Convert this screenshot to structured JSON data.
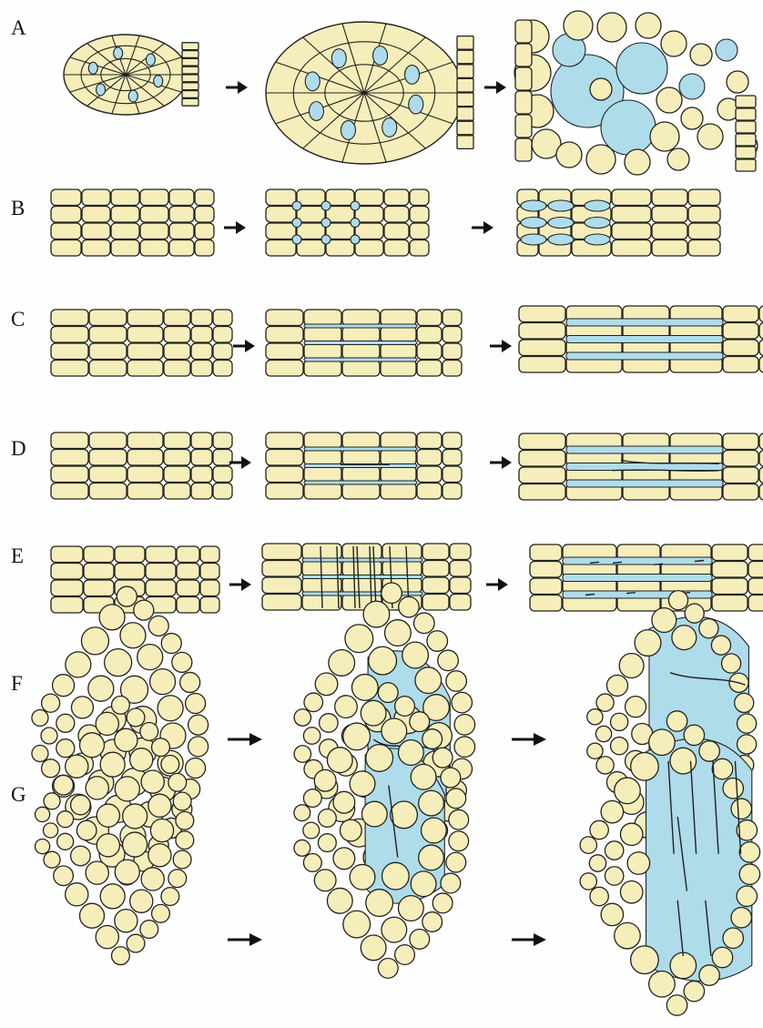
{
  "figure": {
    "rows": [
      {
        "label": "A"
      },
      {
        "label": "B"
      },
      {
        "label": "C"
      },
      {
        "label": "D"
      },
      {
        "label": "E"
      },
      {
        "label": "F"
      },
      {
        "label": "G"
      }
    ]
  },
  "colors": {
    "cell": "#f5eeba",
    "space": "#aedcea",
    "outline": "#222222",
    "background": "#fefefe",
    "arrow": "#111111"
  },
  "icons": {
    "transition": "arrow-right-icon"
  }
}
